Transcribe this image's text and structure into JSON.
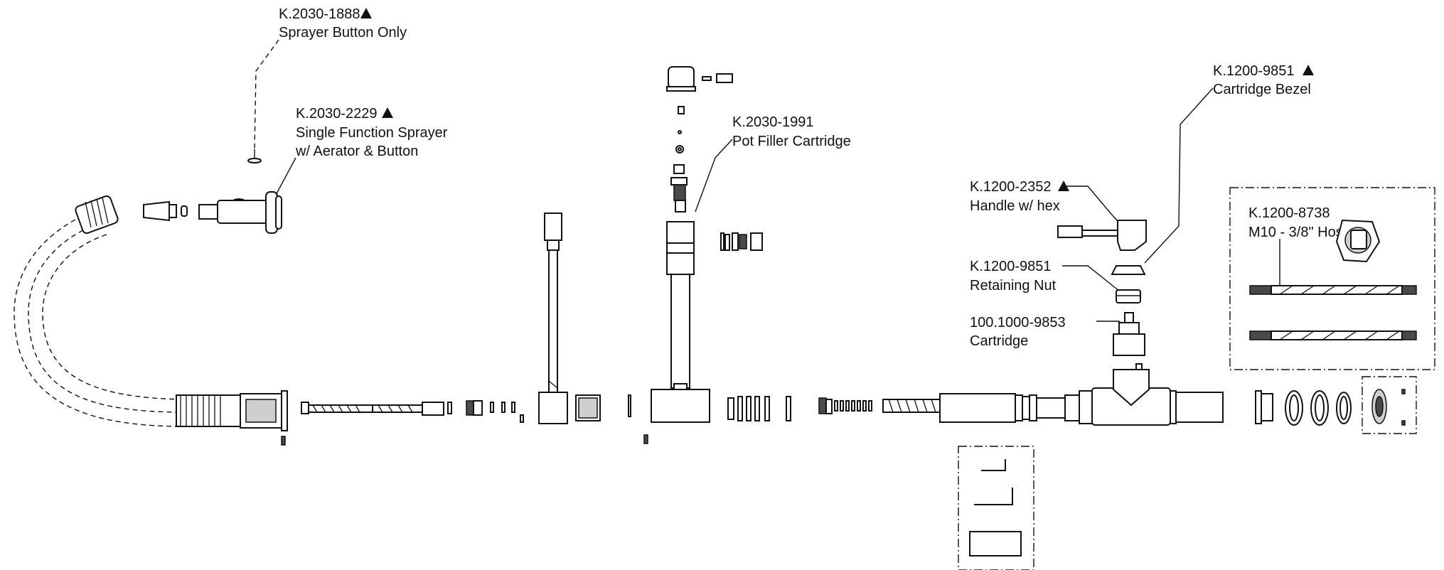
{
  "title": "",
  "callouts": [
    {
      "id": "sprayer-button",
      "part": "K.2030-1888",
      "warn": true,
      "desc": [
        "Sprayer Button Only"
      ]
    },
    {
      "id": "sprayer",
      "part": "K.2030-2229",
      "warn": true,
      "desc": [
        "Single Function Sprayer",
        "w/ Aerator & Button"
      ]
    },
    {
      "id": "pot-filler-cartridge",
      "part": "K.2030-1991",
      "warn": false,
      "desc": [
        "Pot Filler Cartridge"
      ]
    },
    {
      "id": "cartridge-bezel",
      "part": "K.1200-9851",
      "warn": true,
      "desc": [
        "Cartridge Bezel"
      ]
    },
    {
      "id": "handle",
      "part": "K.1200-2352",
      "warn": true,
      "desc": [
        "Handle w/ hex"
      ]
    },
    {
      "id": "retaining-nut",
      "part": "K.1200-9851",
      "warn": false,
      "desc": [
        "Retaining Nut"
      ]
    },
    {
      "id": "cartridge",
      "part": "100.1000-9853",
      "warn": false,
      "desc": [
        "Cartridge"
      ]
    },
    {
      "id": "hose",
      "part": "K.1200-8738",
      "warn": false,
      "desc": [
        "M10 - 3/8\" Hose"
      ]
    }
  ],
  "icons": {
    "warning": "warning-triangle-icon"
  }
}
